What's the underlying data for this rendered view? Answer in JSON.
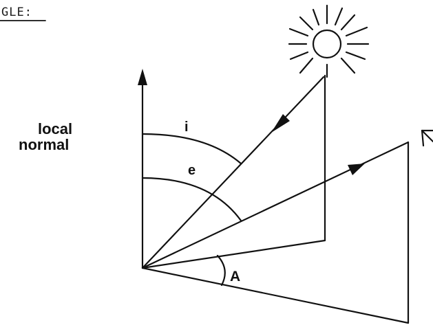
{
  "heading": {
    "text": "GLE:"
  },
  "labels": {
    "local_normal_line1": "local",
    "local_normal_line2": "normal",
    "incidence": "i",
    "emission": "e",
    "phase": "A"
  },
  "colors": {
    "ink": "#111111",
    "background": "#ffffff"
  },
  "icons": {
    "sun": "sun-icon",
    "viewer": "viewer-arrow-icon"
  }
}
